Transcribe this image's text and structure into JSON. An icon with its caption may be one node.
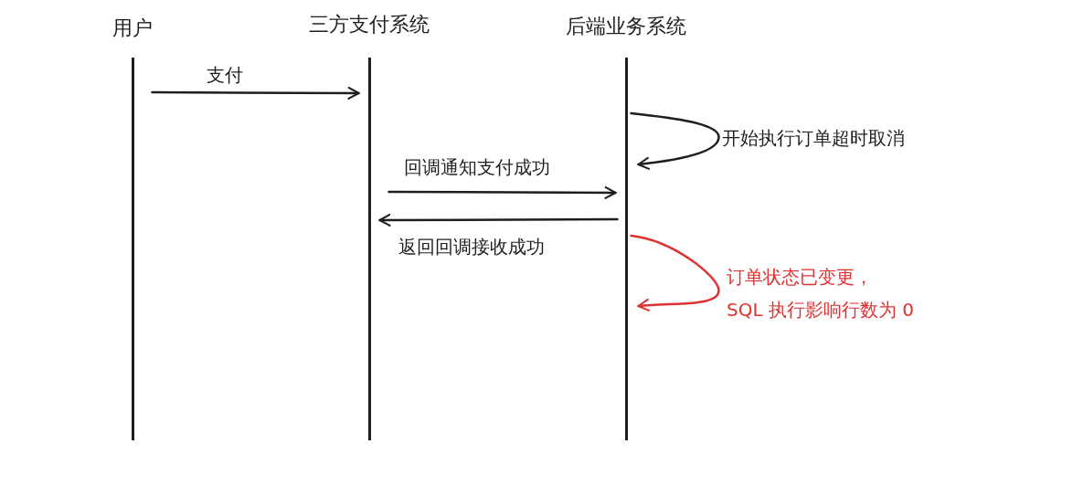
{
  "diagram": {
    "nodes": [
      {
        "text": [
          "用户"
        ]
      },
      {
        "text": [
          "三方支付系统"
        ]
      },
      {
        "text": [
          "后端业务系统"
        ]
      }
    ],
    "edges": [
      {
        "from": 0,
        "to": 1,
        "arrow": "to",
        "label": "支付"
      },
      {
        "from": 2,
        "to": 2,
        "arrow": "to",
        "label": "开始执行订单超时取消"
      },
      {
        "from": 1,
        "to": 2,
        "arrow": "to",
        "label": "回调通知支付成功"
      },
      {
        "from": 2,
        "to": 1,
        "arrow": "to",
        "label": "返回回调接收成功"
      },
      {
        "from": 2,
        "to": 2,
        "arrow": "to",
        "label": "订单状态已变更， SQL 执行影响行数为 0",
        "color": "#e03131"
      }
    ]
  }
}
